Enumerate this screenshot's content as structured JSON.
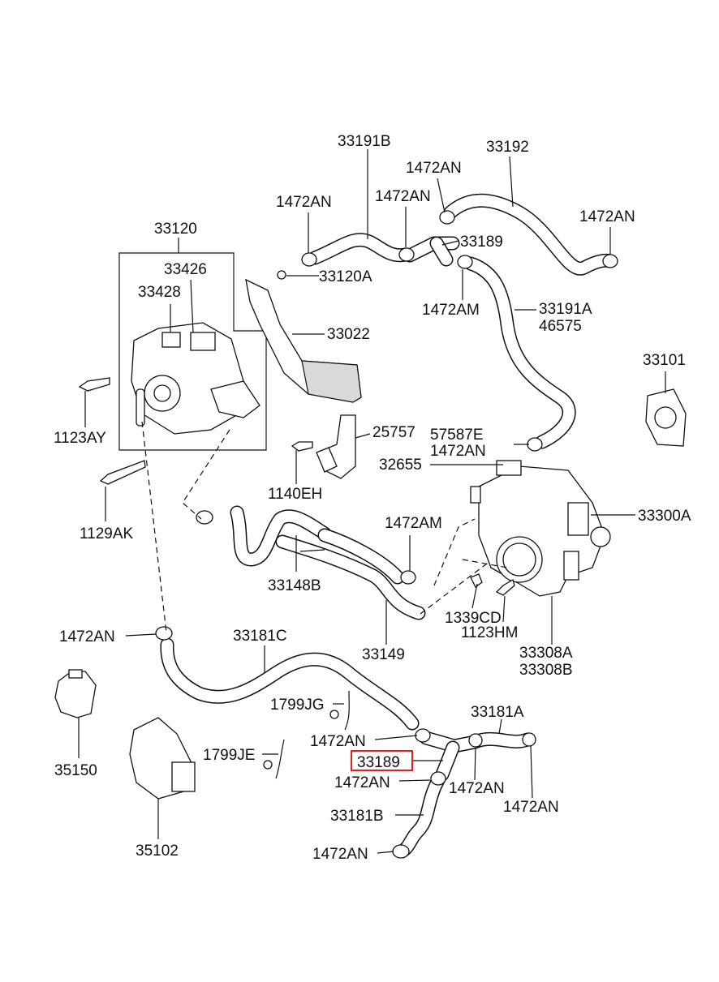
{
  "diagram": {
    "labels": {
      "p33191B": "33191B",
      "p33192": "33192",
      "p1472AN_a": "1472AN",
      "p1472AN_b": "1472AN",
      "p1472AN_c": "1472AN",
      "p1472AN_d": "1472AN",
      "p33189_top": "33189",
      "p33120A": "33120A",
      "p1472AM_top": "1472AM",
      "p33191A": "33191A",
      "p46575": "46575",
      "p33120": "33120",
      "p33426": "33426",
      "p33428": "33428",
      "p33022": "33022",
      "p33101": "33101",
      "p1123AY": "1123AY",
      "p57587E": "57587E",
      "p1472AN_e": "1472AN",
      "p25757": "25757",
      "p32655": "32655",
      "p1140EH": "1140EH",
      "p33300A": "33300A",
      "p1129AK": "1129AK",
      "p1472AM_mid": "1472AM",
      "p33148B": "33148B",
      "p1339CD": "1339CD",
      "p1123HM": "1123HM",
      "p1472AN_f": "1472AN",
      "p33181C": "33181C",
      "p33149": "33149",
      "p33308A": "33308A",
      "p33308B": "33308B",
      "p1799JG": "1799JG",
      "p33181A": "33181A",
      "p1472AN_g": "1472AN",
      "p1799JE": "1799JE",
      "p33189_hl": "33189",
      "p1472AN_h": "1472AN",
      "p1472AN_i": "1472AN",
      "p1472AN_j": "1472AN",
      "p35150": "35150",
      "p33181B": "33181B",
      "p35102": "35102",
      "p1472AN_k": "1472AN"
    },
    "highlight_color": "#e02020"
  }
}
